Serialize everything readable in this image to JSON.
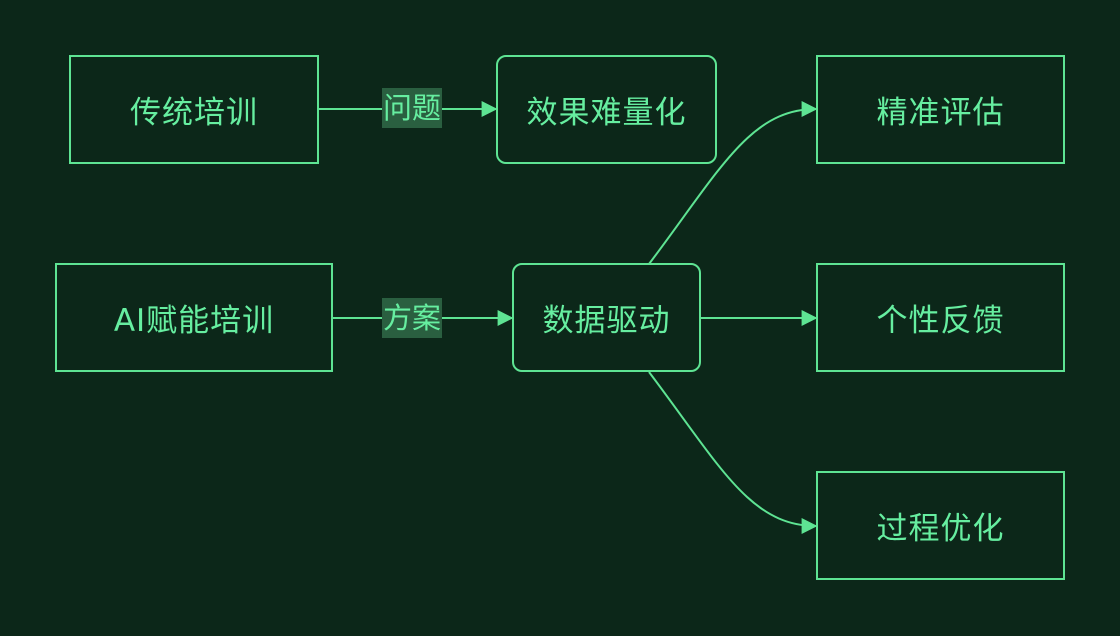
{
  "nodes": {
    "traditional": "传统培训",
    "hard_to_measure": "效果难量化",
    "ai_training": "AI赋能培训",
    "data_driven": "数据驱动",
    "precise_eval": "精准评估",
    "personal_feedback": "个性反馈",
    "process_opt": "过程优化"
  },
  "edge_labels": {
    "problem": "问题",
    "solution": "方案"
  },
  "colors": {
    "background": "#0c2719",
    "stroke": "#5ee493",
    "text": "#66eea0",
    "label_bg": "#2a5f40"
  }
}
